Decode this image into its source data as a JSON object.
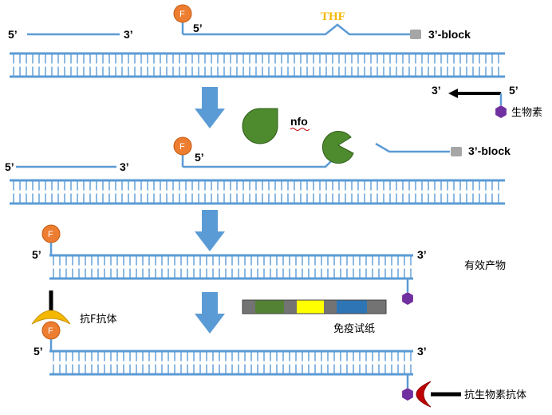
{
  "colors": {
    "strand": "#5b9bd5",
    "fluor": "#ed7d31",
    "fluor_edge": "#c55a11",
    "block": "#a6a6a6",
    "biotin": "#7030a0",
    "enzyme": "#4e8a2e",
    "enzyme_edge": "#2f5f1a",
    "arrow": "#5b9bd5",
    "anti_f": "#f5b800",
    "anti_biotin": "#c00000",
    "thf": "#f5b800"
  },
  "labels": {
    "p5": "5’",
    "p3": "3’",
    "fluor": "F",
    "thf": "THF",
    "block": "3’-block",
    "nfo": "nfo",
    "biotin": "生物素",
    "product": "有效产物",
    "anti_f": "抗F抗体",
    "strip": "免疫试纸",
    "anti_biotin": "抗生物素抗体"
  },
  "strip_colors": [
    "#737373",
    "#548235",
    "#737373",
    "#ffff00",
    "#737373",
    "#2e75b6",
    "#737373"
  ],
  "icons": {
    "process_arrow": "down-arrow-icon",
    "enzyme": "nfo-enzyme-icon",
    "fluorophore": "fluorophore-icon",
    "biotin": "biotin-hexagon-icon",
    "block": "block-square-icon",
    "anti_f": "anti-f-antibody-icon",
    "anti_biotin": "anti-biotin-antibody-icon"
  }
}
